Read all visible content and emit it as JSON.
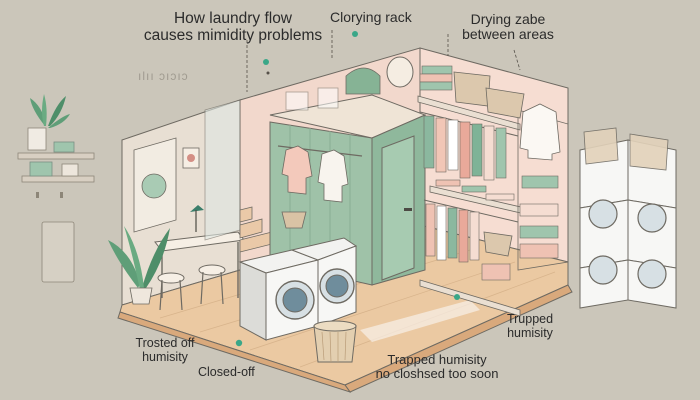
{
  "title": {
    "line1": "How laundry flow",
    "line2": "causes mimidity problems"
  },
  "labels": {
    "drying_rack": "Clorying rack",
    "drying_zabe_line1": "Drying zabe",
    "drying_zabe_line2": "between areas",
    "trupped_line1": "Trupped",
    "trupped_line2": "humisity",
    "trosted_line1": "Trosted off",
    "trosted_line2": "humisity",
    "closed_off": "Closed-off",
    "trapped_line1": "Trapped humisity",
    "trapped_line2": "no closhsed too soon",
    "scribble": "ılıı ɔıɔıɔ"
  },
  "colors": {
    "background": "#cbc6ba",
    "wall_pink": "#f4d9cf",
    "wall_sage": "#97bda3",
    "floor_wood": "#e9c79f",
    "accent_teal": "#3aa788"
  }
}
